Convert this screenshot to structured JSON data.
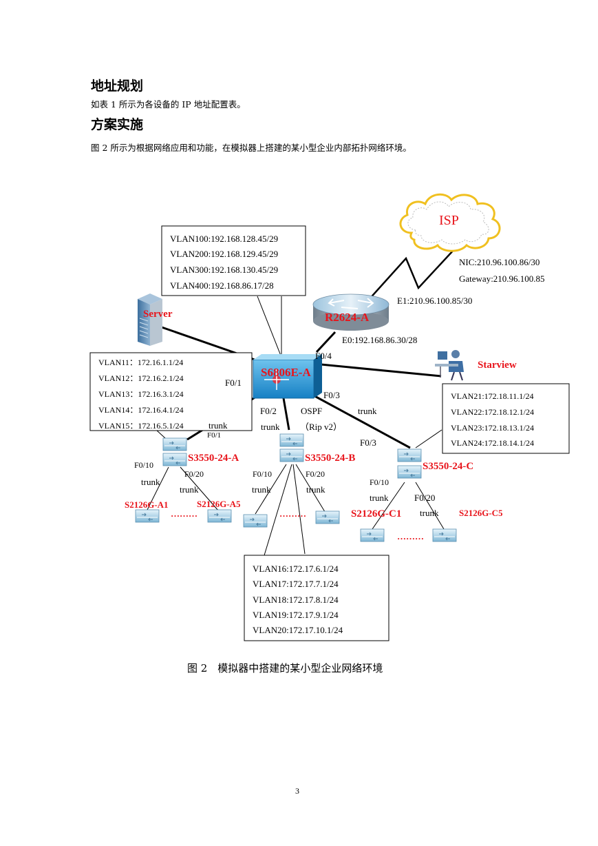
{
  "doc": {
    "heading1": "地址规划",
    "para1": "如表 1 所示为各设备的 IP 地址配置表。",
    "heading2": "方案实施",
    "para2": "图 2 所示为根据网络应用和功能，在模拟器上搭建的某小型企业内部拓扑网络环境。",
    "caption": "图 2　模拟器中搭建的某小型企业网络环境",
    "page_number": "3"
  },
  "diagram": {
    "isp": "ISP",
    "isp_nic": "NIC:210.96.100.86/30",
    "isp_gateway": "Gateway:210.96.100.85",
    "router": "R2624-A",
    "router_e1": "E1:210.96.100.85/30",
    "router_e0": "E0:192.168.86.30/28",
    "core": "S6806E-A",
    "server": "Server",
    "starview": "Starview",
    "core_vlans": [
      "VLAN100:192.168.128.45/29",
      "VLAN200:192.168.129.45/29",
      "VLAN300:192.168.130.45/29",
      "VLAN400:192.168.86.17/28"
    ],
    "a_vlans": [
      "VLAN11：172.16.1.1/24",
      "VLAN12：172.16.2.1/24",
      "VLAN13：172.16.3.1/24",
      "VLAN14：172.16.4.1/24",
      "VLAN15：172.16.5.1/24"
    ],
    "b_vlans": [
      "VLAN16:172.17.6.1/24",
      "VLAN17:172.17.7.1/24",
      "VLAN18:172.17.8.1/24",
      "VLAN19:172.17.9.1/24",
      "VLAN20:172.17.10.1/24"
    ],
    "c_vlans": [
      "VLAN21:172.18.11.1/24",
      "VLAN22:172.18.12.1/24",
      "VLAN23:172.18.13.1/24",
      "VLAN24:172.18.14.1/24"
    ],
    "ports": {
      "f04": "F0/4",
      "f01": "F0/1",
      "f02": "F0/2",
      "f03": "F0/3",
      "f03b": "F0/3",
      "f01b": "F0/1",
      "a_f010": "F0/10",
      "a_f020": "F0/20",
      "b_f010": "F0/10",
      "b_f020": "F0/20",
      "c_f010": "F0/10",
      "c_f020": "F0/20"
    },
    "protocols": {
      "ospf": "OSPF",
      "rip": "（Rip v2）"
    },
    "trunk": "trunk",
    "dist": {
      "a": "S3550-24-A",
      "b": "S3550-24-B",
      "c": "S3550-24-C"
    },
    "access": {
      "a1": "S2126G-A1",
      "a5": "S2126G-A5",
      "c1": "S2126G-C1",
      "c5": "S2126G-C5"
    },
    "ellipsis": "………"
  }
}
